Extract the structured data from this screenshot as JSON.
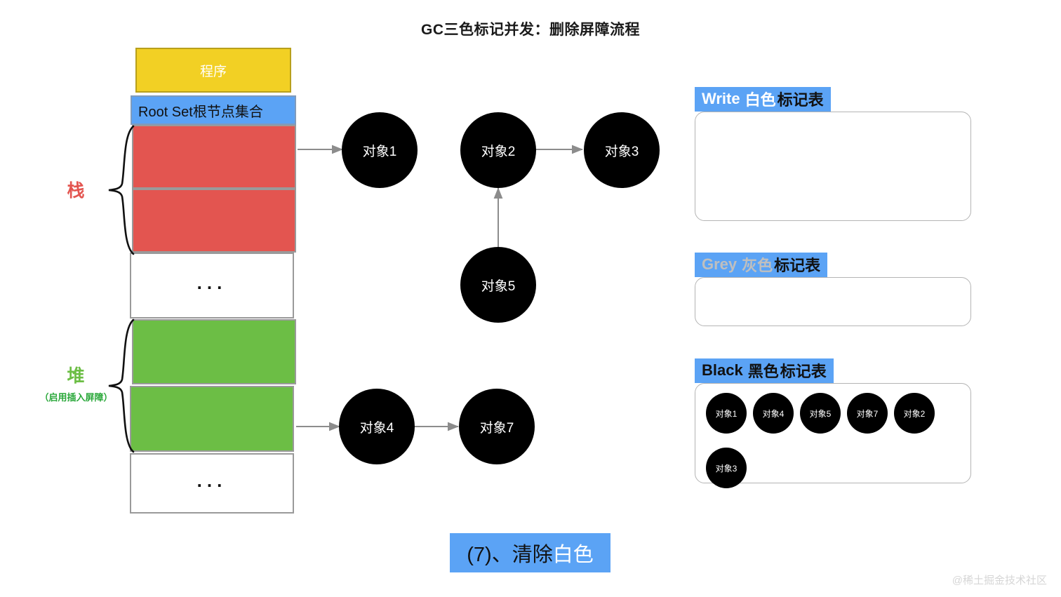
{
  "title": "GC三色标记并发：删除屏障流程",
  "memory": {
    "program_label": "程序",
    "rootset_label": "Root Set根节点集合",
    "dots": "...",
    "slots": [
      {
        "name": "stack-slot-1",
        "color": "#E35550"
      },
      {
        "name": "stack-slot-2",
        "color": "#E35550"
      },
      {
        "name": "stack-ellipsis",
        "color": "#FFFFFF"
      },
      {
        "name": "heap-slot-1",
        "color": "#6CBE45"
      },
      {
        "name": "heap-slot-2",
        "color": "#6CBE45"
      },
      {
        "name": "heap-ellipsis",
        "color": "#FFFFFF"
      }
    ]
  },
  "side_labels": {
    "stack": "栈",
    "heap": "堆",
    "heap_sub": "（启用插入屏障）"
  },
  "graph": {
    "nodes": [
      {
        "id": "obj1",
        "label": "对象1"
      },
      {
        "id": "obj2",
        "label": "对象2"
      },
      {
        "id": "obj3",
        "label": "对象3"
      },
      {
        "id": "obj5",
        "label": "对象5"
      },
      {
        "id": "obj4",
        "label": "对象4"
      },
      {
        "id": "obj7",
        "label": "对象7"
      }
    ],
    "edges": [
      {
        "from": "stack-slot-1",
        "to": "obj1"
      },
      {
        "from": "obj2",
        "to": "obj3"
      },
      {
        "from": "obj5",
        "to": "obj2"
      },
      {
        "from": "heap-slot-2",
        "to": "obj4"
      },
      {
        "from": "obj4",
        "to": "obj7"
      }
    ]
  },
  "mark_tables": [
    {
      "id": "white",
      "en": "Write",
      "cn_color": "白色",
      "cn_rest": "标记表",
      "en_text_color": "#FFFFFF",
      "cn_color_text_color": "#FFFFFF",
      "items": []
    },
    {
      "id": "grey",
      "en": "Grey",
      "cn_color": "灰色",
      "cn_rest": "标记表",
      "en_text_color": "#BFBFBF",
      "cn_color_text_color": "#BFBFBF",
      "items": []
    },
    {
      "id": "black",
      "en": "Black",
      "cn_color": "黑色",
      "cn_rest": "标记表",
      "en_text_color": "#111111",
      "cn_color_text_color": "#111111",
      "items": [
        "对象1",
        "对象4",
        "对象5",
        "对象7",
        "对象2",
        "对象3"
      ]
    }
  ],
  "caption": {
    "prefix": "(7)、清除",
    "highlight": "白色"
  },
  "watermark": "@稀土掘金技术社区",
  "colors": {
    "red": "#E35550",
    "green": "#6CBE45",
    "yellow": "#F2D024",
    "blue": "#5BA3F5",
    "node_black": "#000000",
    "arrow_grey": "#8c8c8c"
  }
}
